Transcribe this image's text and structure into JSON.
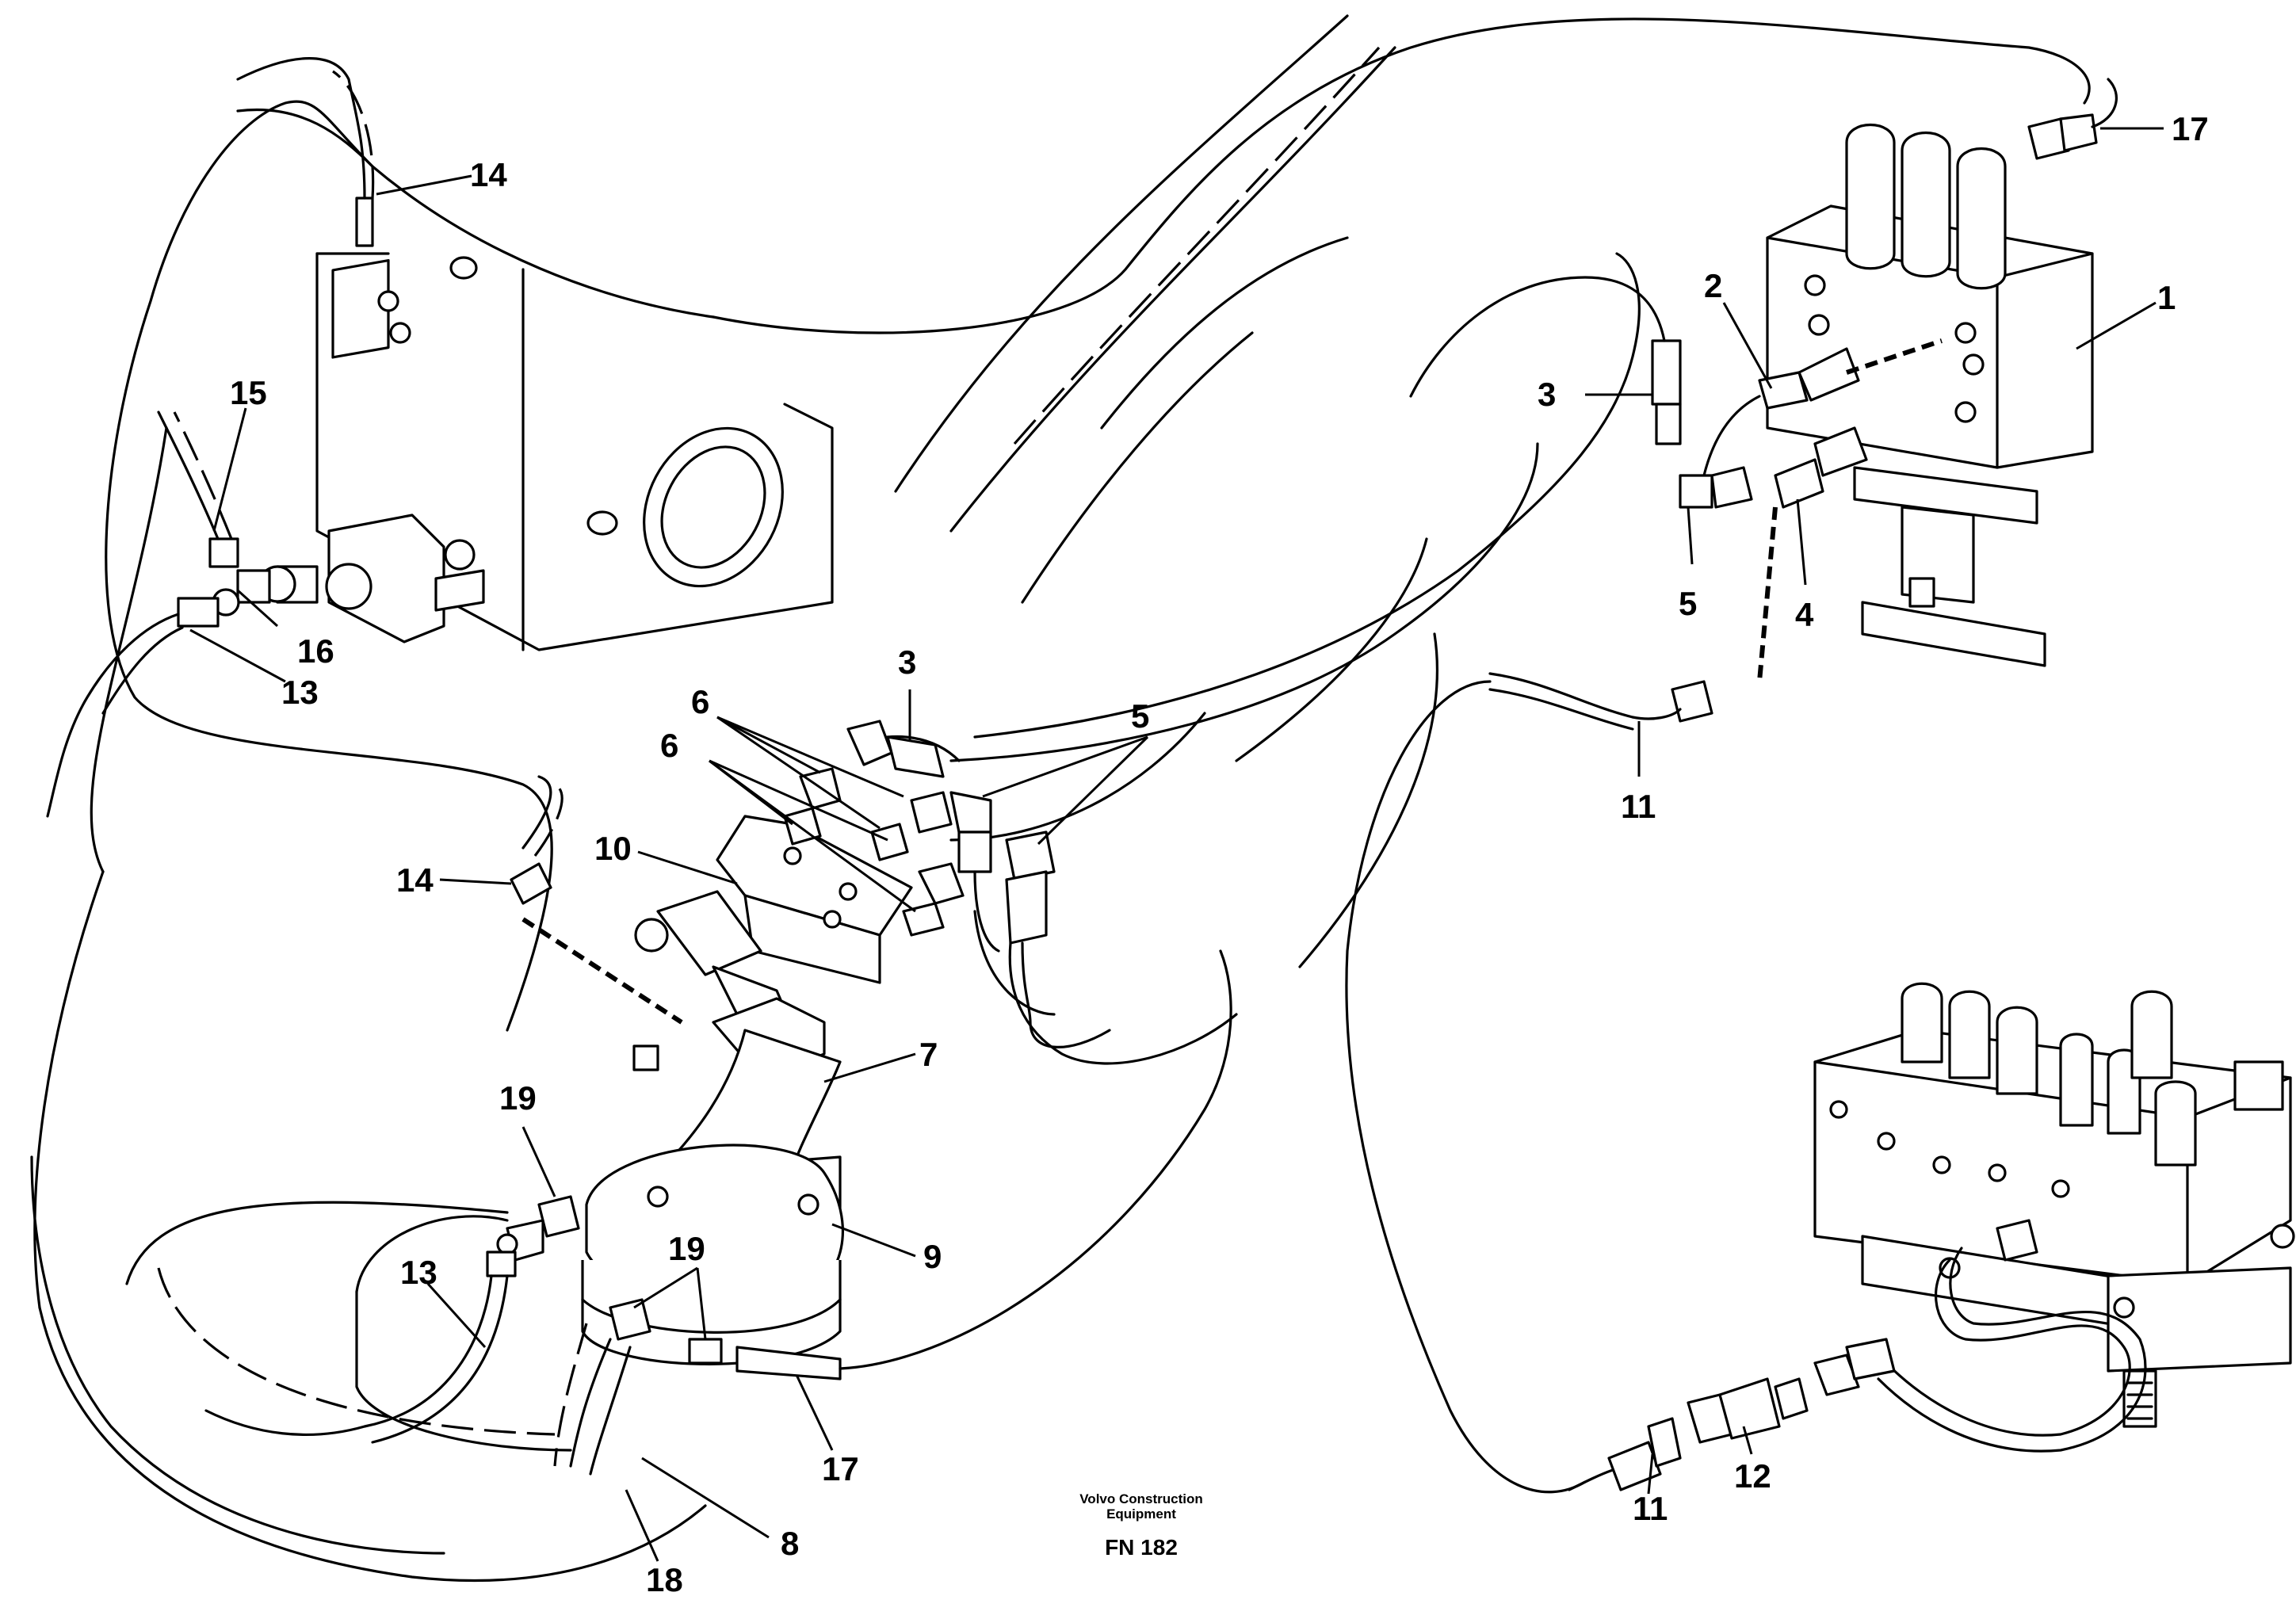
{
  "diagram": {
    "callouts": [
      "1",
      "2",
      "3",
      "4",
      "5",
      "6",
      "7",
      "8",
      "9",
      "10",
      "11",
      "12",
      "13",
      "14",
      "15",
      "16",
      "17",
      "18",
      "19"
    ],
    "footer": {
      "brand_line1": "Volvo Construction",
      "brand_line2": "Equipment",
      "figure_code": "FN 182"
    }
  }
}
